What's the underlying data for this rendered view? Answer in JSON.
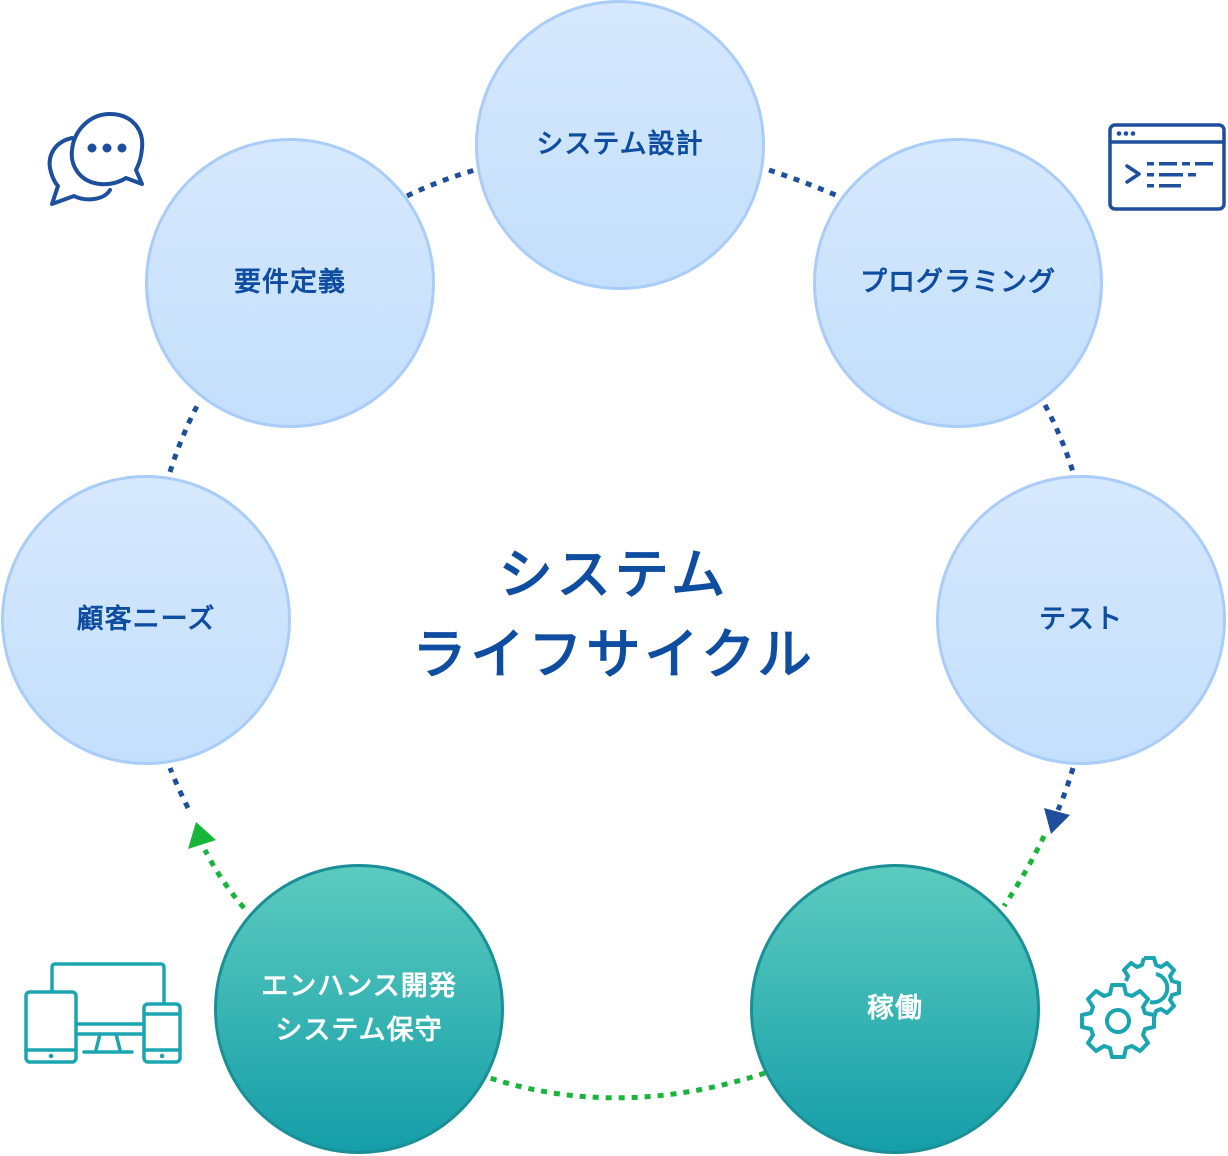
{
  "center_title": {
    "line1": "システム",
    "line2": "ライフサイクル"
  },
  "nodes": [
    {
      "id": "system-design",
      "label": "システム設計",
      "style": "blue"
    },
    {
      "id": "programming",
      "label": "プログラミング",
      "style": "blue"
    },
    {
      "id": "test",
      "label": "テスト",
      "style": "blue"
    },
    {
      "id": "operation",
      "label": "稼働",
      "style": "green"
    },
    {
      "id": "enhance",
      "label": "エンハンス開発\nシステム保守",
      "style": "green"
    },
    {
      "id": "customer-needs",
      "label": "顧客ニーズ",
      "style": "blue"
    },
    {
      "id": "requirements",
      "label": "要件定義",
      "style": "blue"
    }
  ],
  "icons": {
    "requirements": "chat-bubbles-icon",
    "programming": "code-window-icon",
    "operation": "gears-icon",
    "enhance": "devices-icon"
  },
  "colors": {
    "blue_text": "#0f4da0",
    "blue_dots": "#1d4f9c",
    "green_dots": "#17b53a",
    "teal_icon": "#1aa5b0"
  }
}
